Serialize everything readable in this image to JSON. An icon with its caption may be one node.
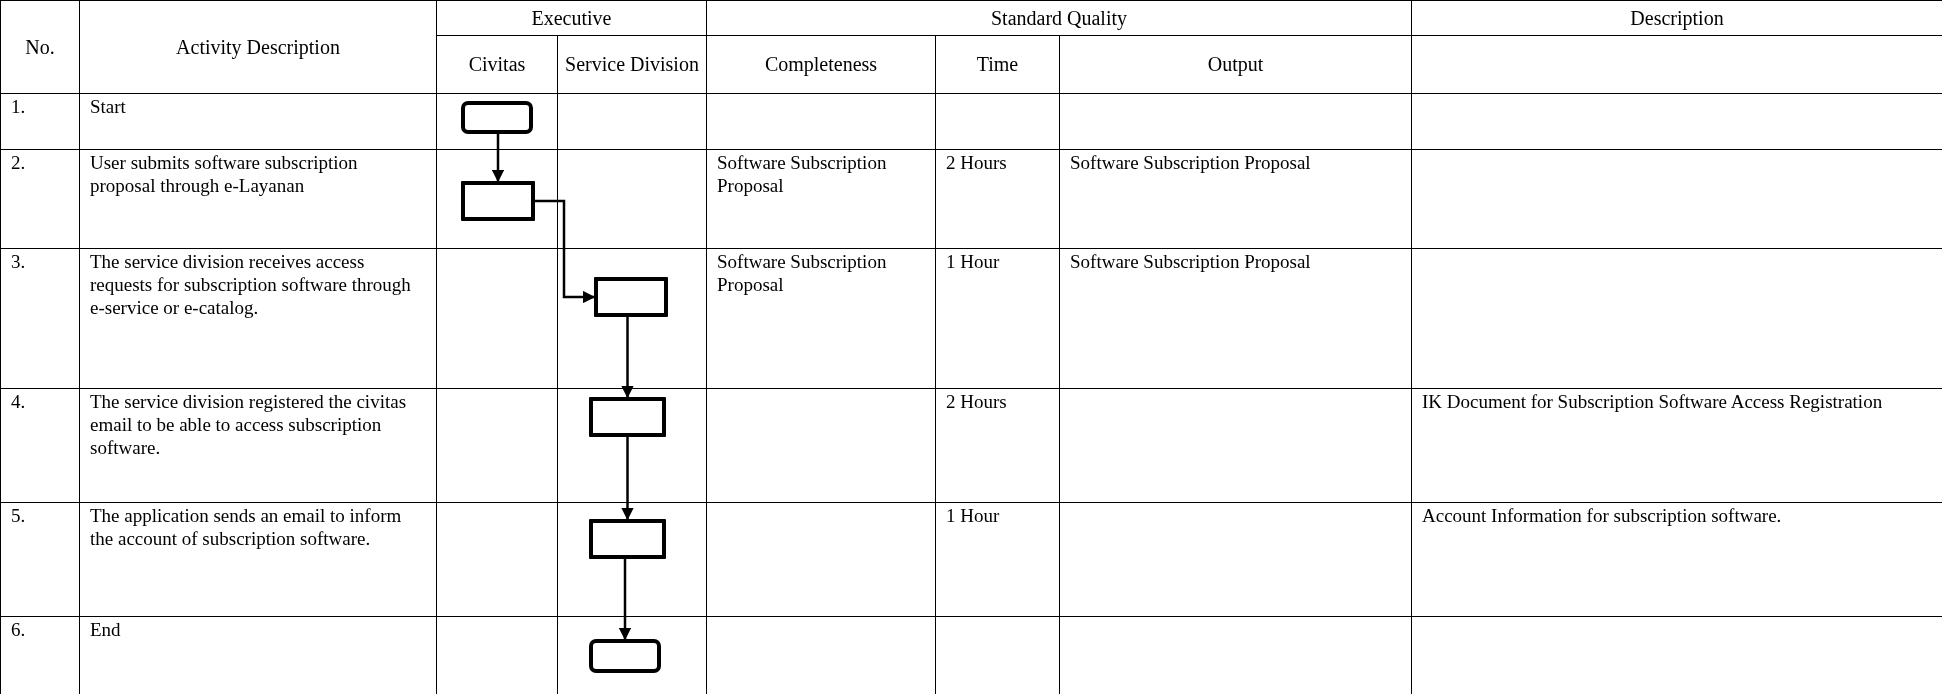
{
  "diagram": {
    "nodes": [
      {
        "text": [],
        "shape": "terminator"
      },
      {
        "text": [],
        "shape": "box"
      },
      {
        "text": [],
        "shape": "box"
      },
      {
        "text": [],
        "shape": "box"
      },
      {
        "text": [],
        "shape": "box"
      },
      {
        "text": [],
        "shape": "terminator"
      }
    ],
    "edges": [
      {
        "from": 0,
        "to": 1,
        "arrow": "to"
      },
      {
        "from": 1,
        "to": 2,
        "arrow": "to"
      },
      {
        "from": 2,
        "to": 3,
        "arrow": "to"
      },
      {
        "from": 3,
        "to": 4,
        "arrow": "to"
      },
      {
        "from": 4,
        "to": 5,
        "arrow": "to"
      }
    ],
    "labels": [
      "No.",
      "Activity Description",
      "Executive",
      "Standard Quality",
      "Description",
      "Civitas",
      "Service Division",
      "Completeness",
      "Time",
      "Output",
      "1.",
      "Start",
      "2.",
      "User submits software subscription proposal through e-Layanan",
      "Software Subscription Proposal",
      "2 Hours",
      "Software Subscription Proposal",
      "3.",
      "The service division receives access requests for subscription software through e-service or e-catalog.",
      "Software Subscription Proposal",
      "1 Hour",
      "Software Subscription Proposal",
      "4.",
      "The service division registered the civitas email to be able to access subscription software.",
      "2 Hours",
      "IK Document for Subscription Software Access Registration",
      "5.",
      "The application sends an email to inform the account of subscription software.",
      "1 Hour",
      "Account Information for subscription software.",
      "6.",
      "End"
    ]
  }
}
